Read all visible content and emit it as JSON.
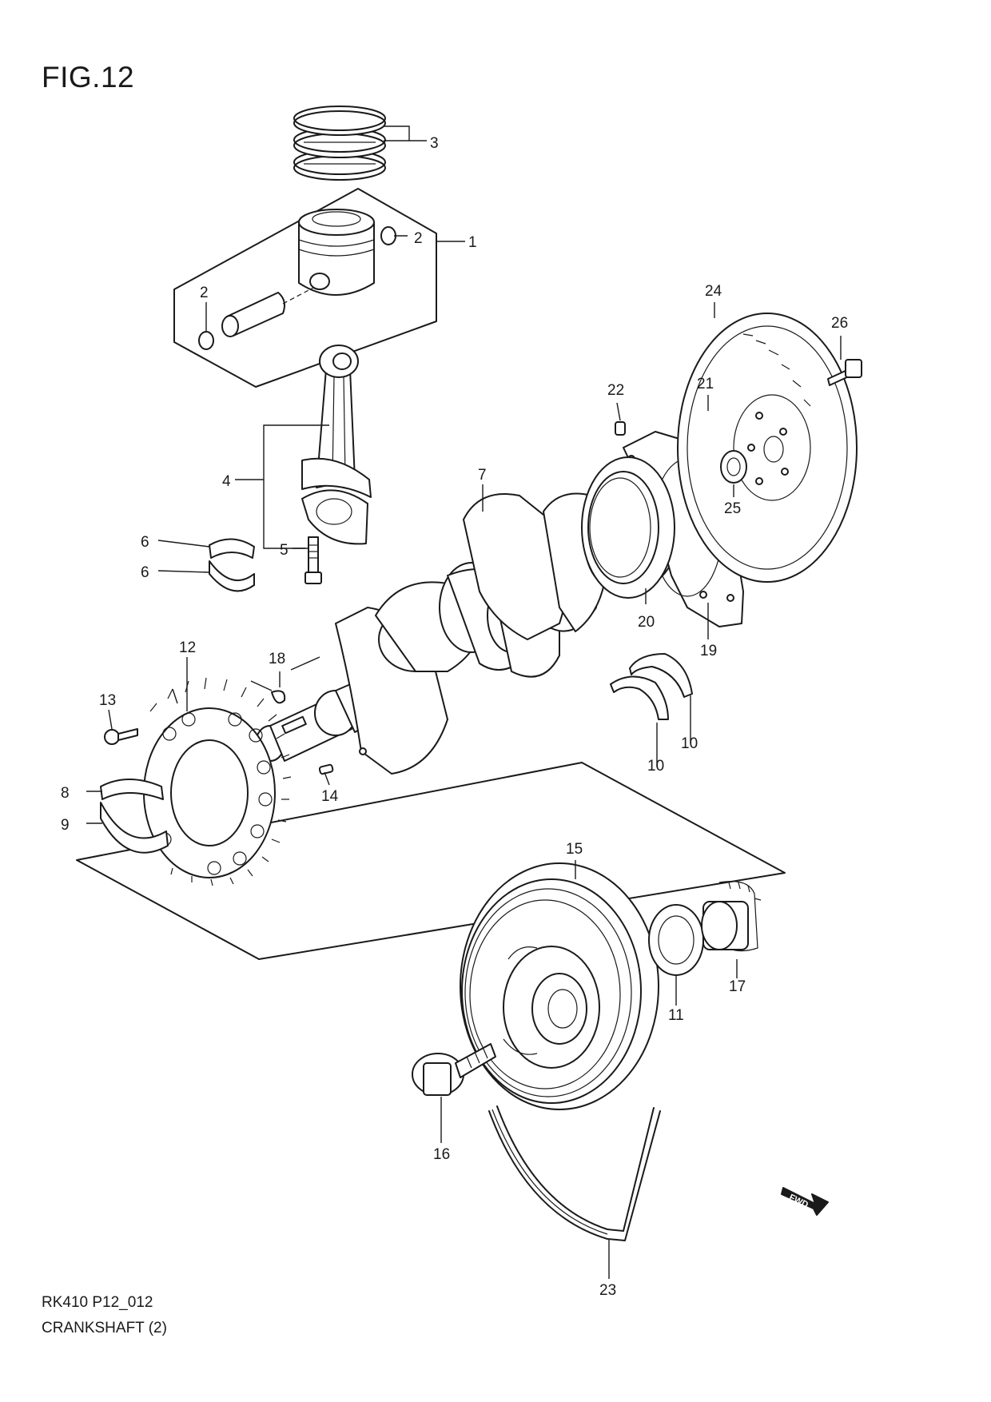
{
  "figure": {
    "title": "FIG.12",
    "code": "RK410 P12_012",
    "caption": "CRANKSHAFT (2)",
    "badge": "FWD"
  },
  "callouts": {
    "c1": "1",
    "c2a": "2",
    "c2b": "2",
    "c3": "3",
    "c4": "4",
    "c5": "5",
    "c6a": "6",
    "c6b": "6",
    "c7": "7",
    "c8": "8",
    "c9": "9",
    "c10a": "10",
    "c10b": "10",
    "c11": "11",
    "c12": "12",
    "c13": "13",
    "c14": "14",
    "c15": "15",
    "c16": "16",
    "c17": "17",
    "c18": "18",
    "c19": "19",
    "c20": "20",
    "c21": "21",
    "c22": "22",
    "c23": "23",
    "c24": "24",
    "c25": "25",
    "c26": "26"
  }
}
